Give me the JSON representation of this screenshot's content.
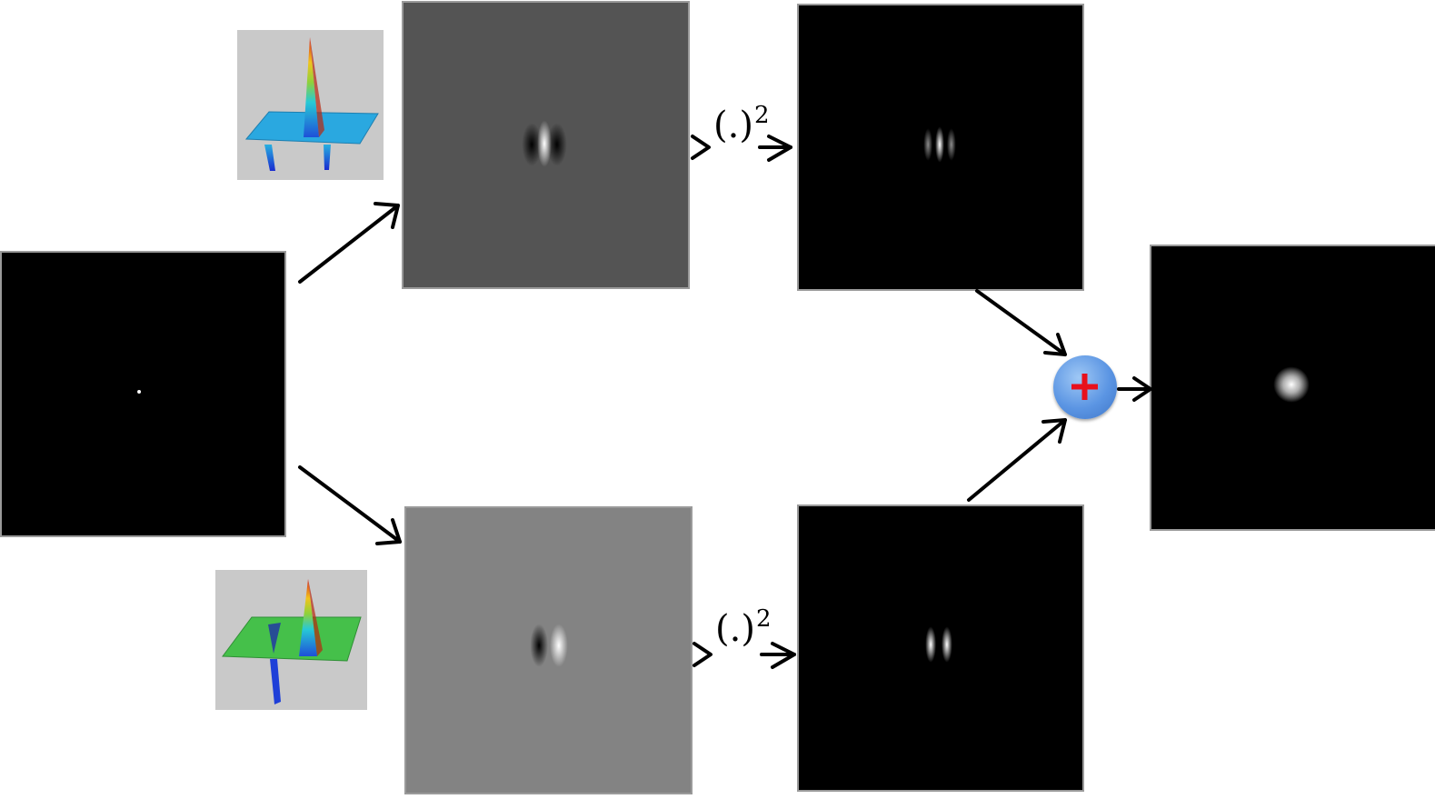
{
  "diagram": {
    "stages": {
      "input": {
        "name": "input-impulse-image"
      },
      "filter_top": {
        "name": "even-filter-response-image"
      },
      "filter_bottom": {
        "name": "odd-filter-response-image"
      },
      "square_top": {
        "name": "squared-even-response-image"
      },
      "square_bottom": {
        "name": "squared-odd-response-image"
      },
      "output": {
        "name": "energy-output-image"
      }
    },
    "operations": {
      "square_top": {
        "base": "(.)",
        "exponent": "2"
      },
      "square_bottom": {
        "base": "(.)",
        "exponent": "2"
      },
      "sum": {
        "symbol": "+",
        "symbol_color": "#e8101c"
      }
    },
    "kernels": {
      "top": {
        "name": "even-gabor-kernel-3d-plot",
        "colormap": "jet",
        "base_color": "#2aa8e0"
      },
      "bottom": {
        "name": "odd-gabor-kernel-3d-plot",
        "colormap": "jet",
        "base_color": "#45c04a"
      }
    },
    "colors": {
      "background": "#ffffff",
      "arrow": "#000000",
      "dark_panel": "#000000",
      "filter_top_bg": "#545454",
      "filter_bottom_bg": "#838383",
      "sum_node": "#5b95e3"
    }
  }
}
